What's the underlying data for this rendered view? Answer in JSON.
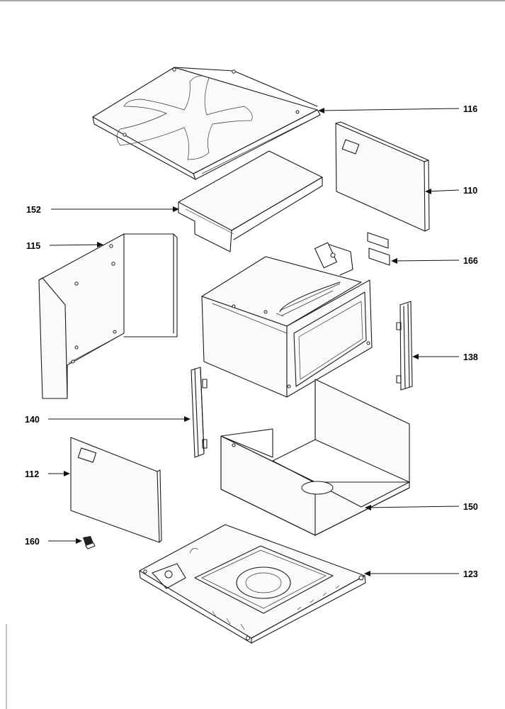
{
  "callouts": {
    "c116": "116",
    "c110": "110",
    "c152": "152",
    "c115": "115",
    "c166": "166",
    "c138": "138",
    "c140": "140",
    "c112": "112",
    "c150": "150",
    "c160": "160",
    "c123": "123"
  }
}
